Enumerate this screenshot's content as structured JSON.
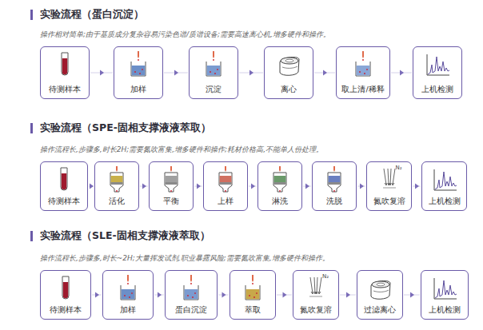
{
  "diagram": {
    "nodes": [
      {
        "text": [
          "待测样本"
        ]
      },
      {
        "text": [
          "加样"
        ]
      },
      {
        "text": [
          "沉淀"
        ]
      },
      {
        "text": [
          "离心"
        ]
      },
      {
        "text": [
          "取上清/稀释"
        ]
      },
      {
        "text": [
          "上机检测"
        ]
      },
      {
        "text": [
          "待测样本"
        ]
      },
      {
        "text": [
          "活化"
        ]
      },
      {
        "text": [
          "平衡"
        ]
      },
      {
        "text": [
          "上样"
        ]
      },
      {
        "text": [
          "淋洗"
        ]
      },
      {
        "text": [
          "洗脱"
        ]
      },
      {
        "text": [
          "氮吹复溶"
        ]
      },
      {
        "text": [
          "上机检测"
        ]
      },
      {
        "text": [
          "待测样本"
        ]
      },
      {
        "text": [
          "加样"
        ]
      },
      {
        "text": [
          "蛋白沉淀"
        ]
      },
      {
        "text": [
          "萃取"
        ]
      },
      {
        "text": [
          "氮吹复溶"
        ]
      },
      {
        "text": [
          "过滤离心"
        ]
      },
      {
        "text": [
          "上机检测"
        ]
      }
    ],
    "edges": [
      {
        "from": 0,
        "to": 1,
        "arrow": "to"
      },
      {
        "from": 1,
        "to": 2,
        "arrow": "to"
      },
      {
        "from": 2,
        "to": 3,
        "arrow": "to"
      },
      {
        "from": 3,
        "to": 4,
        "arrow": "to"
      },
      {
        "from": 4,
        "to": 5,
        "arrow": "to"
      },
      {
        "from": 6,
        "to": 7,
        "arrow": "to"
      },
      {
        "from": 7,
        "to": 8,
        "arrow": "to"
      },
      {
        "from": 8,
        "to": 9,
        "arrow": "to"
      },
      {
        "from": 9,
        "to": 10,
        "arrow": "to"
      },
      {
        "from": 10,
        "to": 11,
        "arrow": "to"
      },
      {
        "from": 11,
        "to": 12,
        "arrow": "to"
      },
      {
        "from": 12,
        "to": 13,
        "arrow": "to"
      },
      {
        "from": 14,
        "to": 15,
        "arrow": "to"
      },
      {
        "from": 15,
        "to": 16,
        "arrow": "to"
      },
      {
        "from": 16,
        "to": 17,
        "arrow": "to"
      },
      {
        "from": 17,
        "to": 18,
        "arrow": "to"
      },
      {
        "from": 18,
        "to": 19,
        "arrow": "to"
      },
      {
        "from": 19,
        "to": 20,
        "arrow": "to"
      }
    ],
    "labels": [
      "实验流程（蛋白沉淀）",
      "实验流程（SPE-固相支撑液液萃取）",
      "实验流程（SLE-固相支撑液液萃取）",
      "操作相对简单;由于基质成分复杂容易污染色谱/质谱设备;需要高速离心机,增多硬件和操作。",
      "操作流程长,步骤多,时长2H;需要氮吹富集,增多硬件和操作;耗材价格高,不能单人份处理。",
      "操作流程长,步骤多,时长~2H;大量挥发试剂,职业暴露风险;需要氮吹富集,增多硬件和操作。",
      "N₂",
      "N₂"
    ]
  }
}
